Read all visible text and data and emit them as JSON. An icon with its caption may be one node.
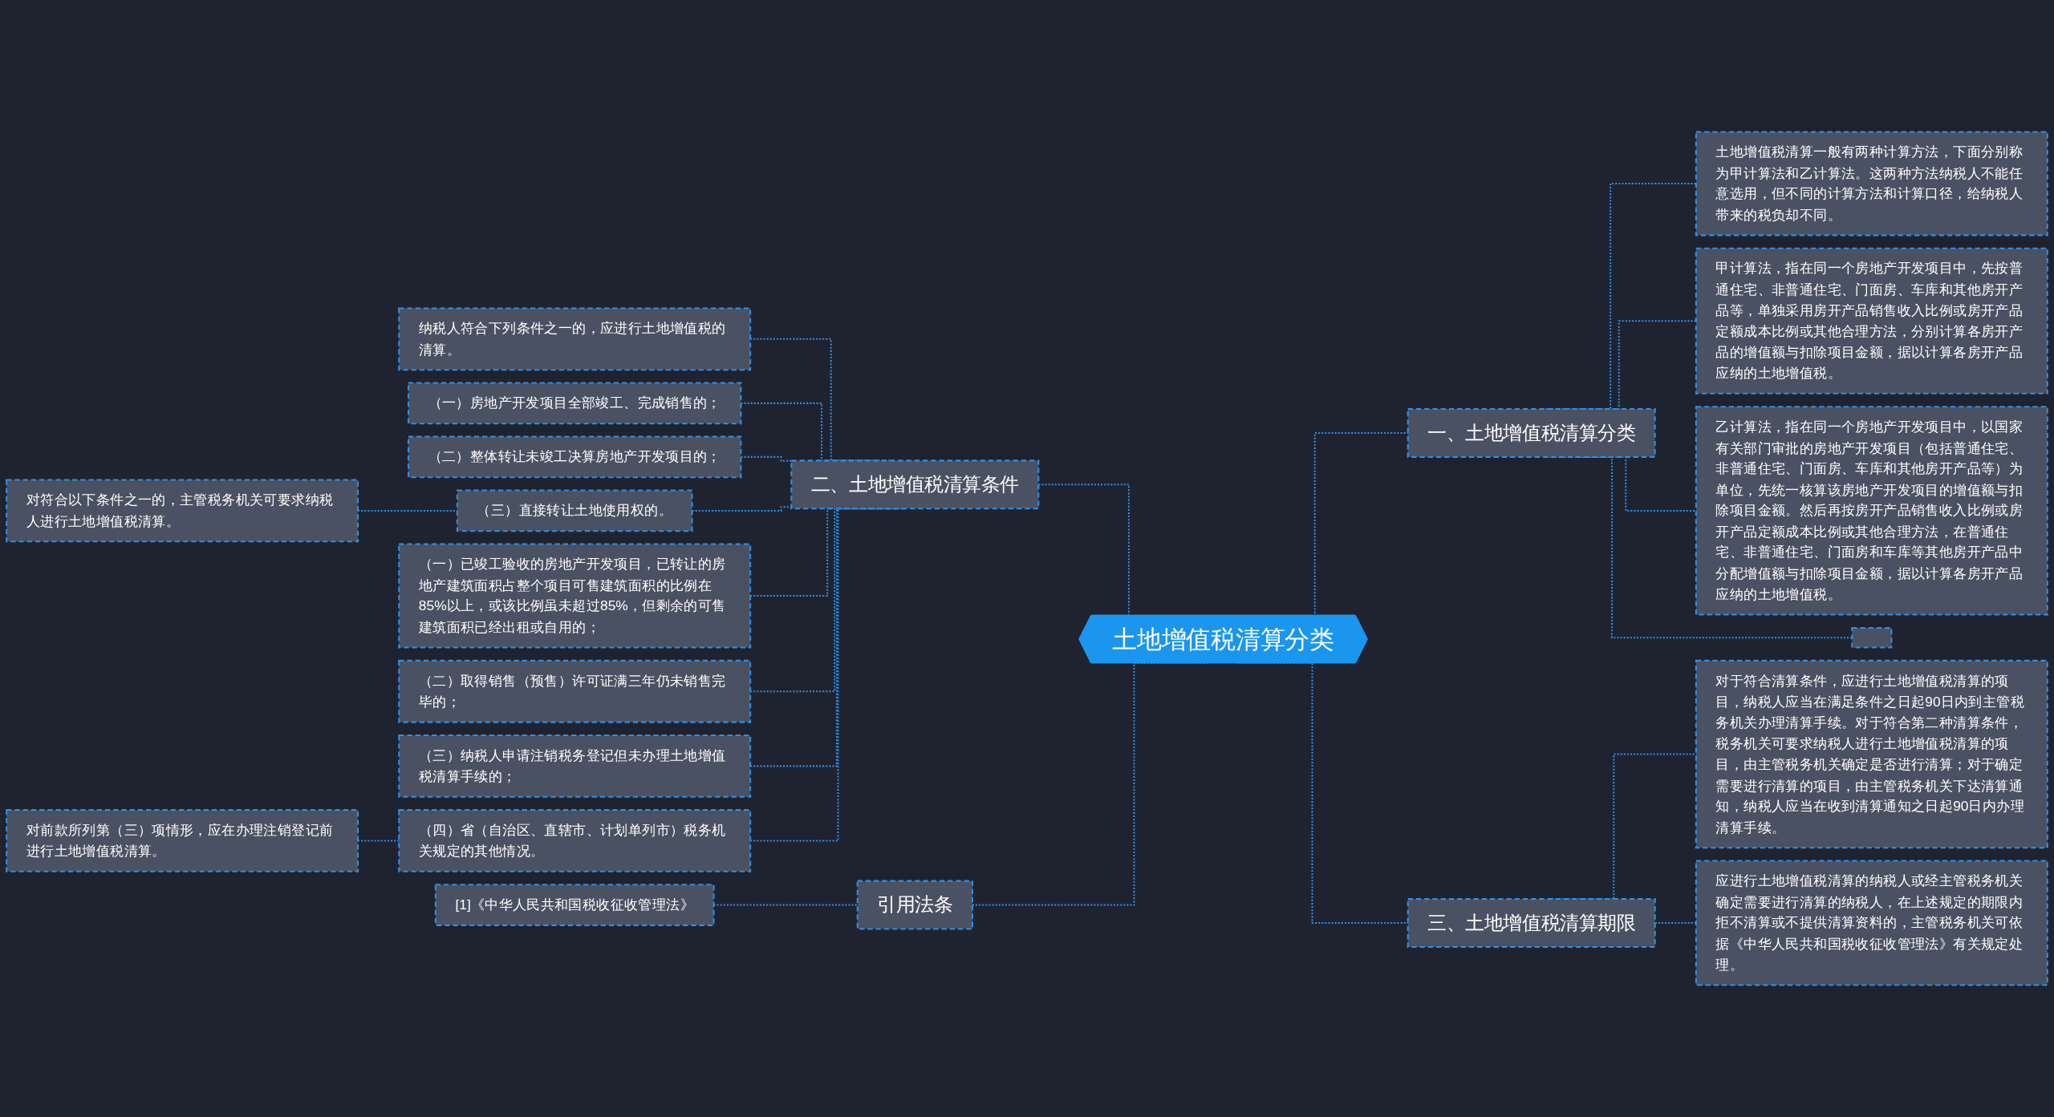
{
  "diagram": {
    "nodes": [
      {
        "text": [
          "土地增值税清算分类"
        ]
      },
      {
        "text": [
          "一、土地增值税清算分类"
        ]
      },
      {
        "text": [
          "土地增值税清算一般有两种计算方法，下面分别称为甲计算法和乙计算法。这两种方法纳税人不能任意选用，但不同的计算方法和计算口径，给纳税人带来的税负却不同。"
        ]
      },
      {
        "text": [
          "甲计算法，指在同一个房地产开发项目中，先按普通住宅、非普通住宅、门面房、车库和其他房开产品等，单独采用房开产品销售收入比例或房开产品定额成本比例或其他合理方法，分别计算各房开产品的增值额与扣除项目金额，据以计算各房开产品应纳的土地增值税。"
        ]
      },
      {
        "text": [
          "乙计算法，指在同一个房地产开发项目中，以国家有关部门审批的房地产开发项目（包括普通住宅、非普通住宅、门面房、车库和其他房开产品等）为单位，先统一核算该房地产开发项目的增值额与扣除项目金额。然后再按房开产品销售收入比例或房开产品定额成本比例或其他合理方法，在普通住宅、非普通住宅、门面房和车库等其他房开产品中分配增值额与扣除项目金额，据以计算各房开产品应纳的土地增值税。"
        ]
      },
      {
        "text": [],
        "shape": "box"
      },
      {
        "text": [
          "二、土地增值税清算条件"
        ]
      },
      {
        "text": [
          "纳税人符合下列条件之一的，应进行土地增值税的清算。"
        ]
      },
      {
        "text": [
          "（一）房地产开发项目全部竣工、完成销售的；"
        ]
      },
      {
        "text": [
          "（二）整体转让未竣工决算房地产开发项目的；"
        ]
      },
      {
        "text": [
          "（三）直接转让土地使用权的。"
        ]
      },
      {
        "text": [
          "对符合以下条件之一的，主管税务机关可要求纳税人进行土地增值税清算。"
        ]
      },
      {
        "text": [
          "（一）已竣工验收的房地产开发项目，已转让的房地产建筑面积占整个项目可售建筑面积的比例在85%以上，或该比例虽未超过85%，但剩余的可售建筑面积已经出租或自用的；"
        ]
      },
      {
        "text": [
          "（二）取得销售（预售）许可证满三年仍未销售完毕的；"
        ]
      },
      {
        "text": [
          "（三）纳税人申请注销税务登记但未办理土地增值税清算手续的；"
        ]
      },
      {
        "text": [
          "（四）省（自治区、直辖市、计划单列市）税务机关规定的其他情况。"
        ]
      },
      {
        "text": [
          "对前款所列第（三）项情形，应在办理注销登记前进行土地增值税清算。"
        ]
      },
      {
        "text": [
          "三、土地增值税清算期限"
        ]
      },
      {
        "text": [
          "对于符合清算条件，应进行土地增值税清算的项目，纳税人应当在满足条件之日起90日内到主管税务机关办理清算手续。对于符合第二种清算条件，税务机关可要求纳税人进行土地增值税清算的项目，由主管税务机关确定是否进行清算；对于确定需要进行清算的项目，由主管税务机关下达清算通知，纳税人应当在收到清算通知之日起90日内办理清算手续。"
        ]
      },
      {
        "text": [
          "应进行土地增值税清算的纳税人或经主管税务机关确定需要进行清算的纳税人，在上述规定的期限内拒不清算或不提供清算资料的，主管税务机关可依据《中华人民共和国税收征收管理法》有关规定处理。"
        ]
      },
      {
        "text": [
          "引用法条"
        ]
      },
      {
        "text": [
          "[1]《中华人民共和国税收征收管理法》"
        ]
      }
    ],
    "edges": [
      {
        "from": 0,
        "to": 1,
        "arrow": "none",
        "style": "dashed"
      },
      {
        "from": 1,
        "to": 2,
        "arrow": "none",
        "style": "dashed"
      },
      {
        "from": 1,
        "to": 3,
        "arrow": "none",
        "style": "dashed"
      },
      {
        "from": 1,
        "to": 4,
        "arrow": "none",
        "style": "dashed"
      },
      {
        "from": 1,
        "to": 5,
        "arrow": "none",
        "style": "dashed"
      },
      {
        "from": 6,
        "to": 0,
        "arrow": "none",
        "style": "dashed"
      },
      {
        "from": 7,
        "to": 6,
        "arrow": "none",
        "style": "dashed"
      },
      {
        "from": 8,
        "to": 6,
        "arrow": "none",
        "style": "dashed"
      },
      {
        "from": 9,
        "to": 6,
        "arrow": "none",
        "style": "dashed"
      },
      {
        "from": 10,
        "to": 6,
        "arrow": "none",
        "style": "dashed"
      },
      {
        "from": 11,
        "to": 10,
        "arrow": "none",
        "style": "dashed"
      },
      {
        "from": 12,
        "to": 6,
        "arrow": "none",
        "style": "dashed"
      },
      {
        "from": 13,
        "to": 6,
        "arrow": "none",
        "style": "dashed"
      },
      {
        "from": 14,
        "to": 6,
        "arrow": "none",
        "style": "dashed"
      },
      {
        "from": 15,
        "to": 6,
        "arrow": "none",
        "style": "dashed"
      },
      {
        "from": 16,
        "to": 15,
        "arrow": "none",
        "style": "dashed"
      },
      {
        "from": 0,
        "to": 17,
        "arrow": "none",
        "style": "dashed"
      },
      {
        "from": 17,
        "to": 18,
        "arrow": "none",
        "style": "dashed"
      },
      {
        "from": 17,
        "to": 19,
        "arrow": "none",
        "style": "dashed"
      },
      {
        "from": 20,
        "to": 0,
        "arrow": "none",
        "style": "dashed"
      },
      {
        "from": 21,
        "to": 20,
        "arrow": "none",
        "style": "dashed"
      }
    ]
  }
}
